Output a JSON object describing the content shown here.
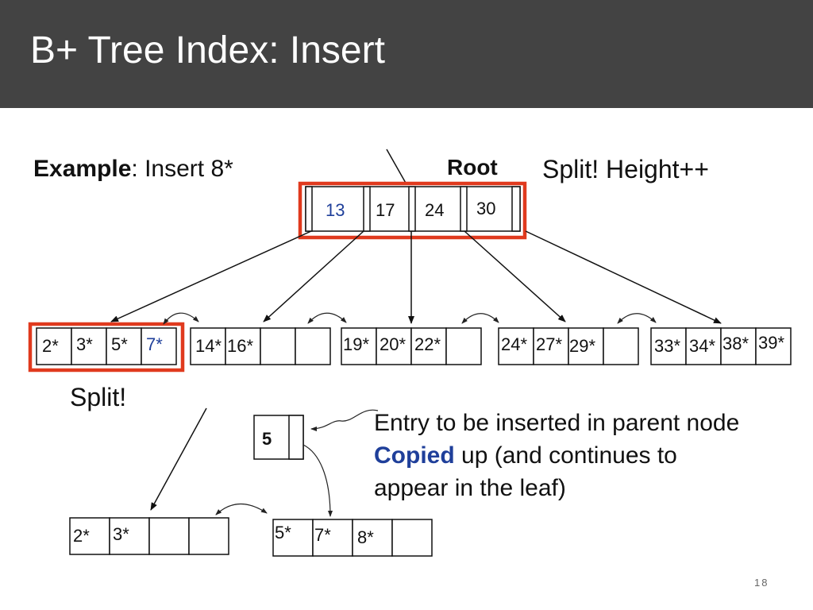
{
  "slide": {
    "title": "B+ Tree Index: Insert",
    "example_bold": "Example",
    "example_rest": ": Insert 8*",
    "root_label": "Root",
    "split_height": "Split! Height++",
    "split_label": "Split!",
    "entry_line1": "Entry to be inserted in parent node",
    "entry_copied": "Copied",
    "entry_line2_rest": " up (and continues to",
    "entry_line3": "appear in the leaf)",
    "page_number": "18"
  },
  "root_node": {
    "keys": [
      "13",
      "17",
      "24",
      "30"
    ]
  },
  "leaves": [
    {
      "keys": [
        "2*",
        "3*",
        "5*",
        "7*"
      ]
    },
    {
      "keys": [
        "14*",
        "16*",
        "",
        ""
      ]
    },
    {
      "keys": [
        "19*",
        "20*",
        "22*",
        ""
      ]
    },
    {
      "keys": [
        "24*",
        "27*",
        "29*",
        ""
      ]
    },
    {
      "keys": [
        "33*",
        "34*",
        "38*",
        "39*"
      ]
    }
  ],
  "copied_up_node": {
    "key": "5"
  },
  "split_leaves": [
    {
      "keys": [
        "2*",
        "3*",
        "",
        ""
      ]
    },
    {
      "keys": [
        "5*",
        "7*",
        "8*",
        ""
      ]
    }
  ],
  "colors": {
    "header": "#434343",
    "highlight": "#e03a1e",
    "accent_blue": "#1f3f9a"
  }
}
